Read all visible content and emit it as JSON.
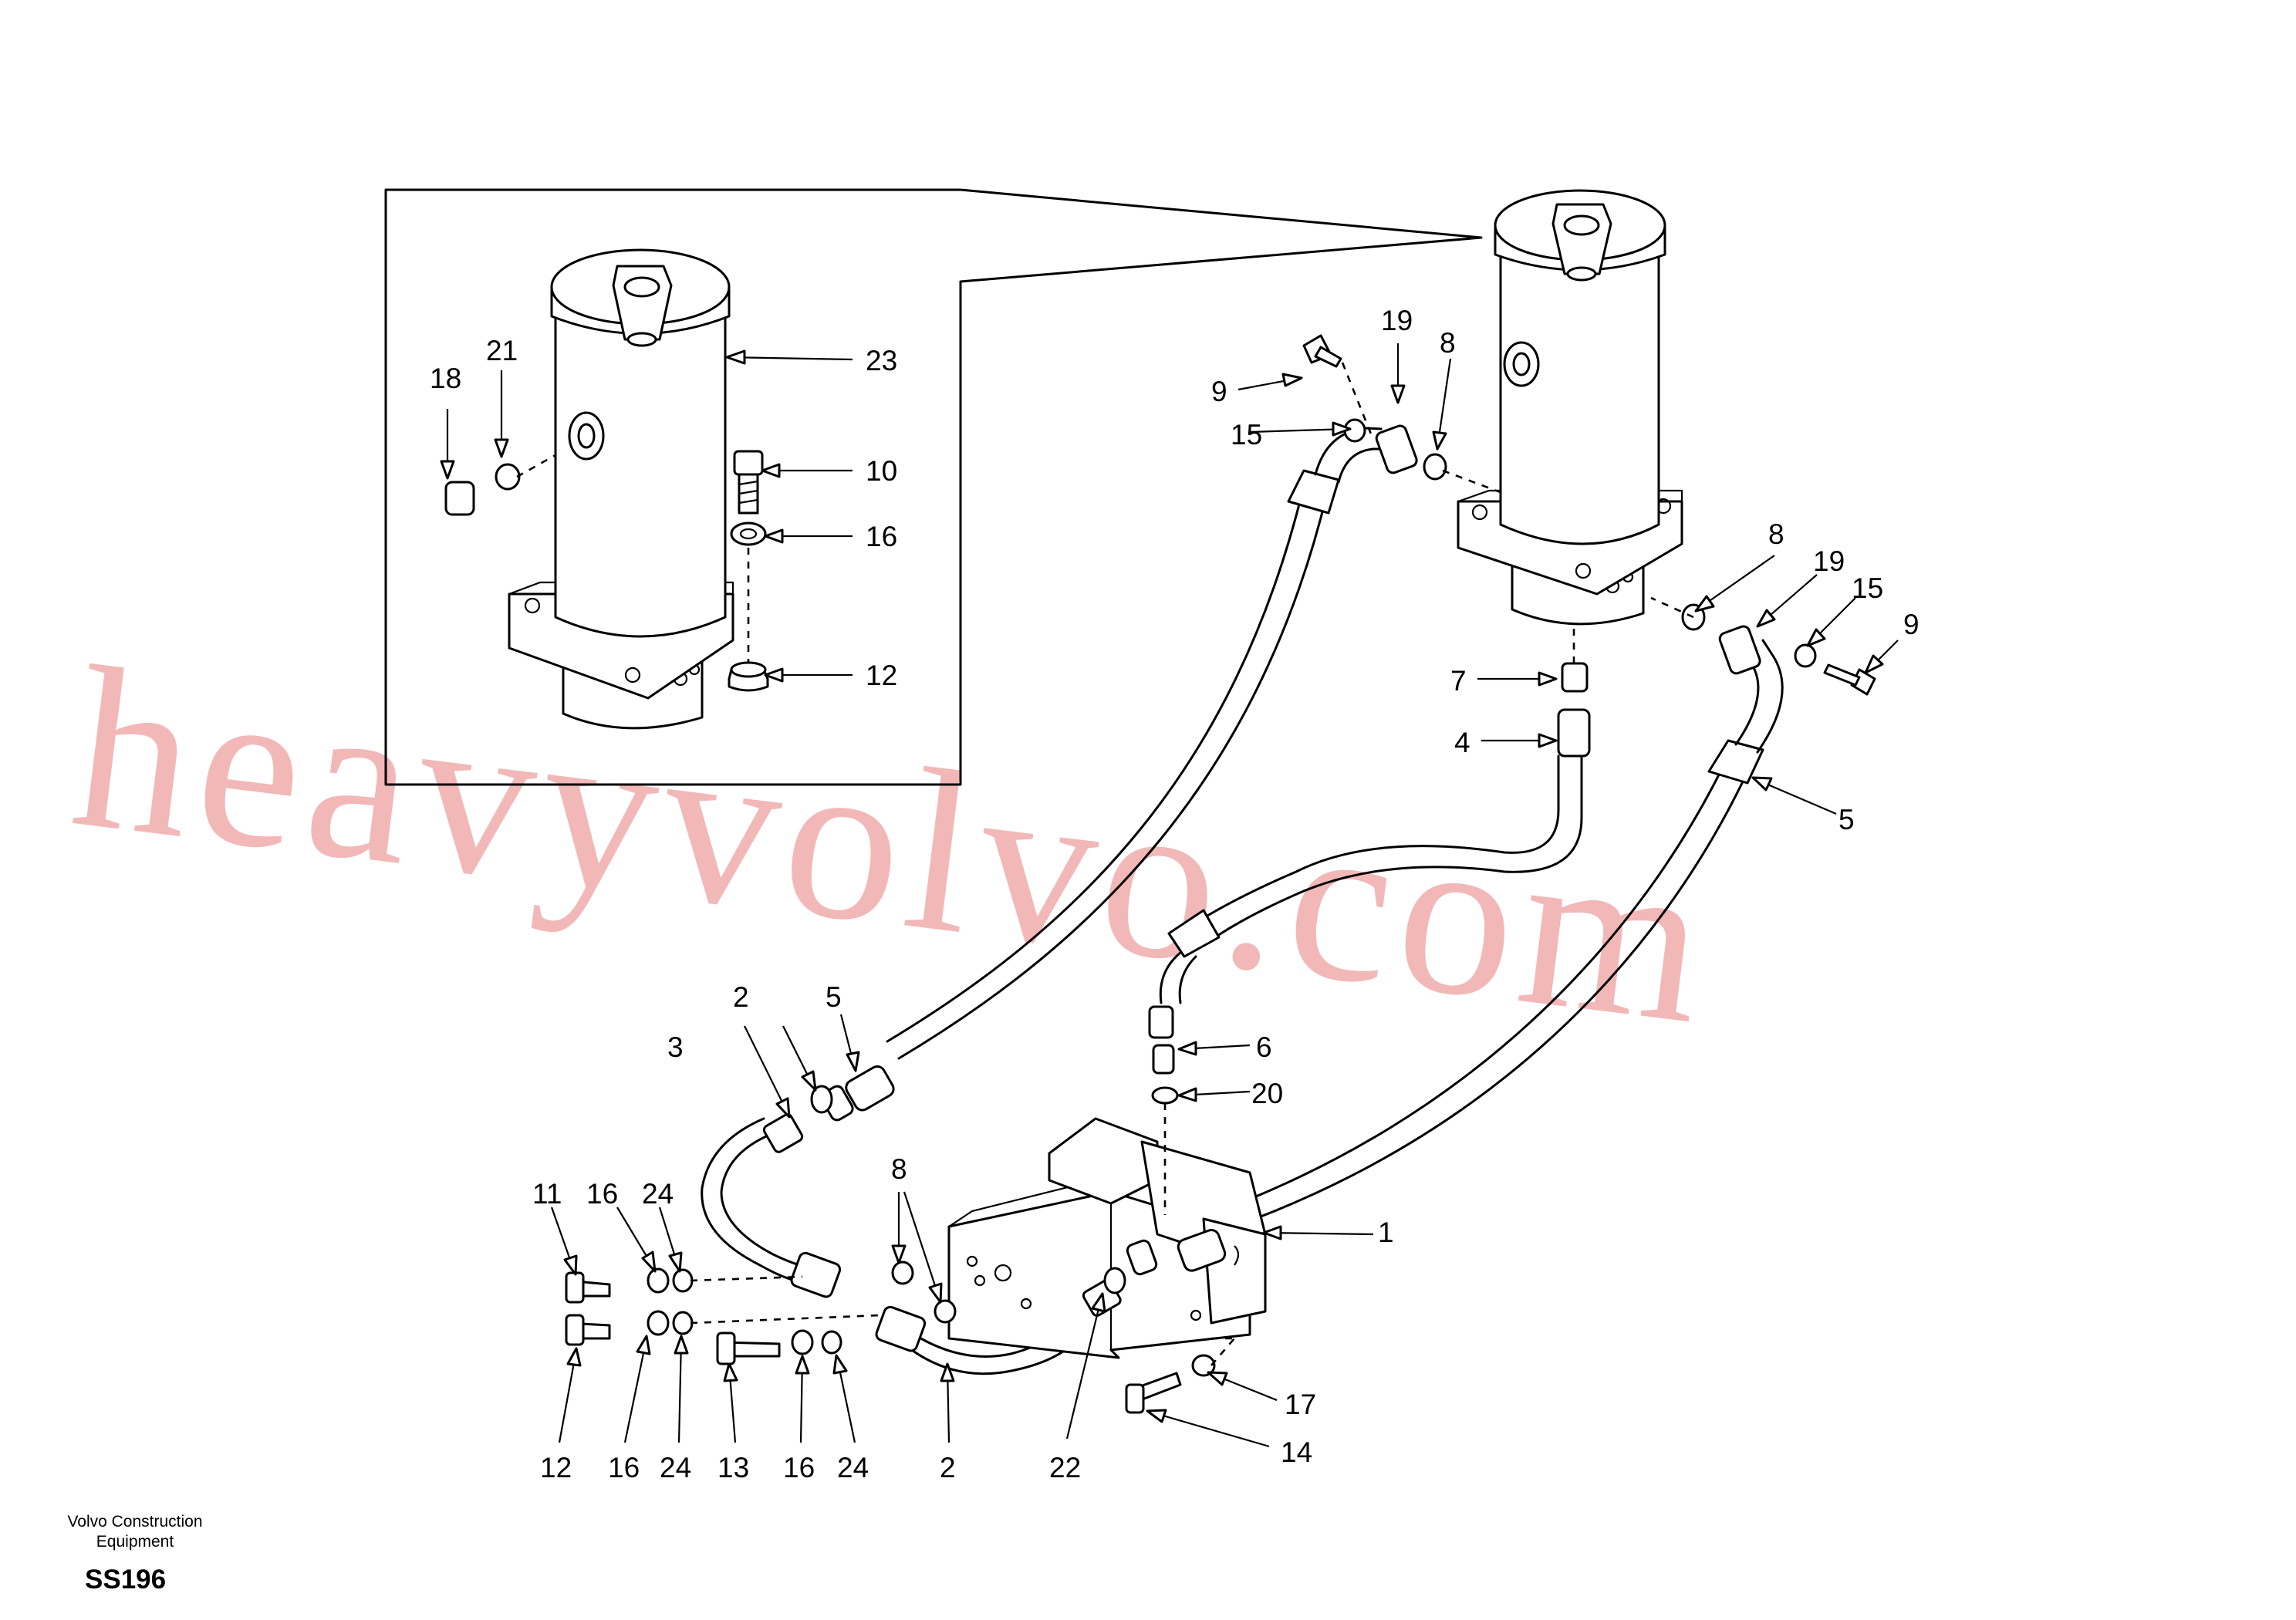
{
  "watermark": "heavyvolvo.com",
  "footer": {
    "brand_line1": "Volvo Construction",
    "brand_line2": "Equipment",
    "code": "SS196"
  },
  "callouts": [
    "1",
    "2",
    "3",
    "4",
    "5",
    "5",
    "6",
    "7",
    "8",
    "8",
    "8",
    "9",
    "9",
    "10",
    "11",
    "12",
    "12",
    "13",
    "14",
    "15",
    "15",
    "16",
    "16",
    "16",
    "16",
    "17",
    "18",
    "19",
    "19",
    "20",
    "21",
    "22",
    "23",
    "24",
    "24",
    "24",
    "2"
  ]
}
